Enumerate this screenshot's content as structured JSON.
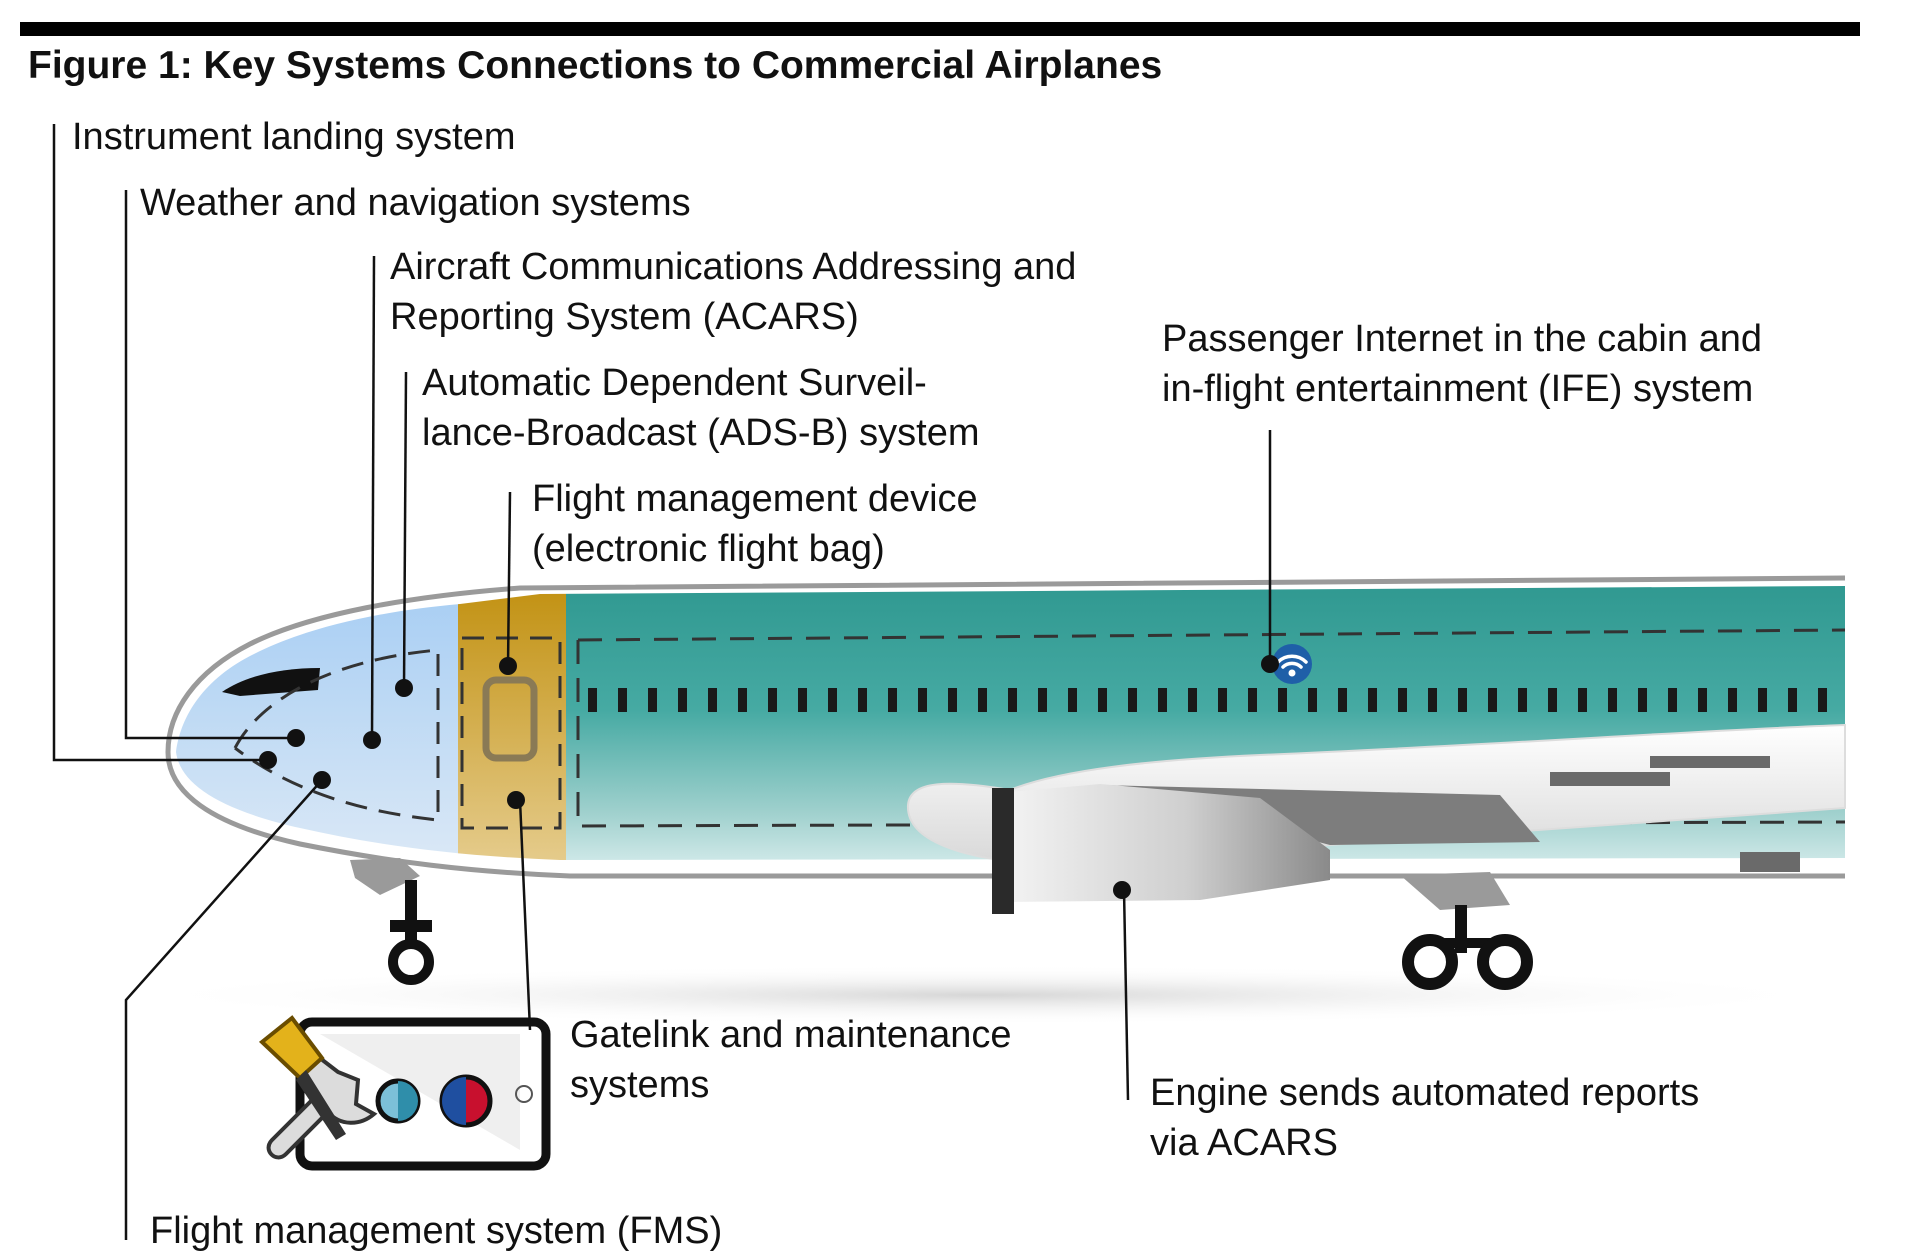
{
  "figure": {
    "title": "Figure 1: Key Systems Connections to Commercial Airplanes"
  },
  "labels": {
    "ils": "Instrument landing system",
    "weather_nav": "Weather and navigation systems",
    "acars": [
      "Aircraft Communications Addressing and",
      "Reporting System (ACARS)"
    ],
    "adsb": [
      "Automatic Dependent Surveil-",
      "lance-Broadcast (ADS-B) system"
    ],
    "efb": [
      "Flight management device",
      "(electronic flight bag)"
    ],
    "ife": [
      "Passenger Internet in the cabin and",
      "in-flight entertainment (IFE) system"
    ],
    "gatelink": [
      "Gatelink and maintenance",
      "systems"
    ],
    "engine": [
      "Engine sends automated reports",
      "via ACARS"
    ],
    "fms": "Flight management system (FMS)"
  },
  "colors": {
    "nose": "#b3d4f2",
    "cockpit": "#c99a1c",
    "fuselage": "#3a9e97",
    "wifi_badge": "#1f5fa8",
    "outline": "#9a9a9a",
    "leader": "#111111"
  },
  "icons": [
    "wifi-icon",
    "wrench-icon",
    "screwdriver-icon",
    "tablet-icon"
  ]
}
